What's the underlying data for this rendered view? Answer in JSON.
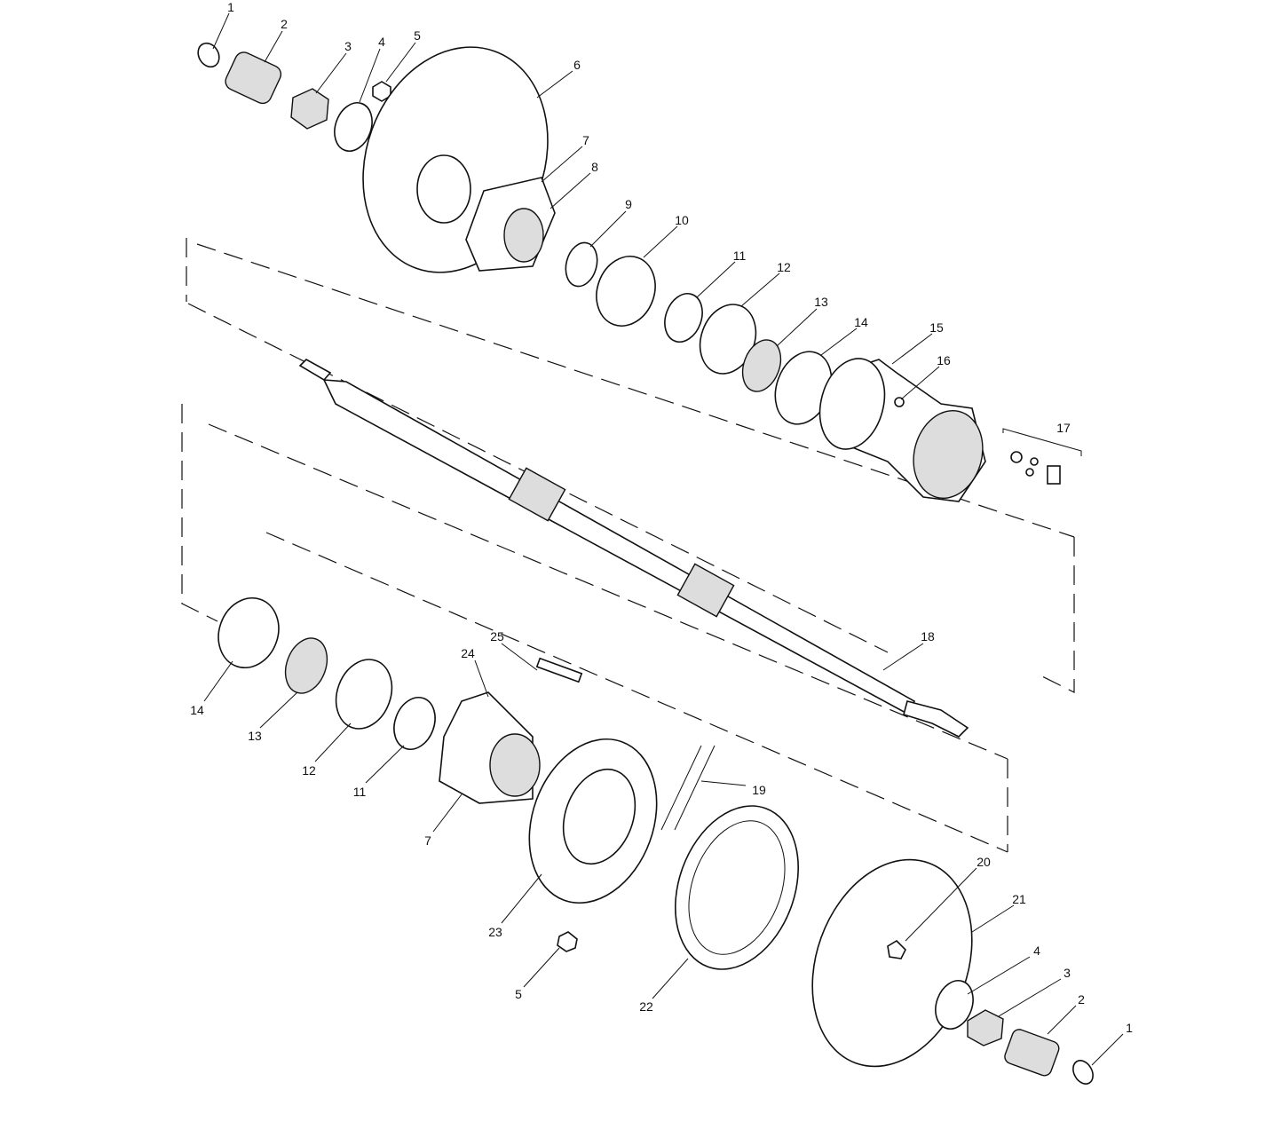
{
  "diagram": {
    "type": "exploded-parts-diagram",
    "upper_callouts": [
      "1",
      "2",
      "3",
      "4",
      "5",
      "6",
      "7",
      "8",
      "9",
      "10",
      "11",
      "12",
      "13",
      "14",
      "15",
      "16",
      "17"
    ],
    "shaft_callout": "18",
    "lower_callouts": [
      "14",
      "13",
      "12",
      "11",
      "7",
      "24",
      "25",
      "19",
      "23",
      "5",
      "22",
      "20",
      "21",
      "4",
      "3",
      "2",
      "1"
    ]
  }
}
